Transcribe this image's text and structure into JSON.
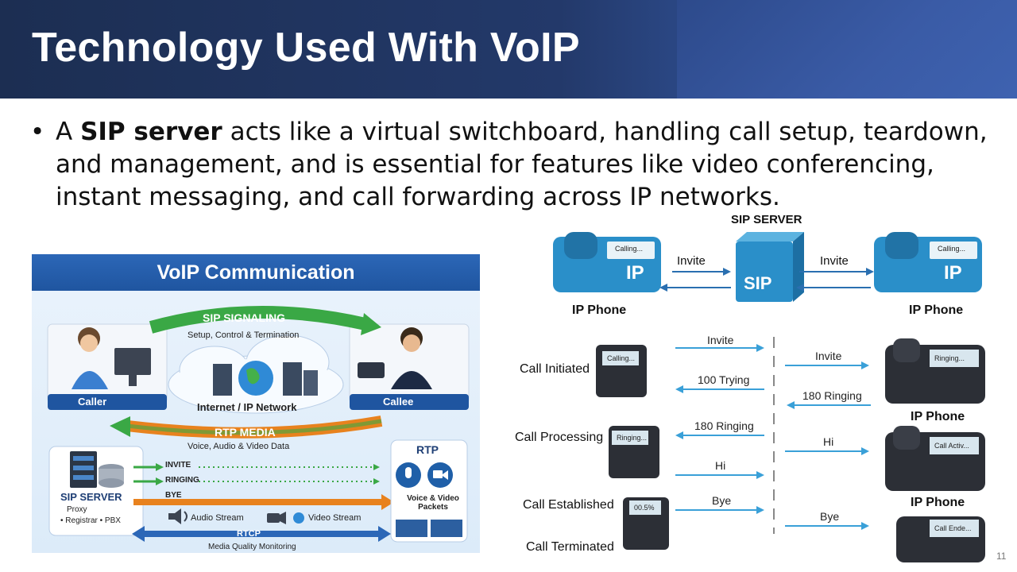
{
  "slide": {
    "title": "Technology Used With VoIP",
    "bullet_prefix": "A ",
    "bullet_bold": "SIP server",
    "bullet_rest": " acts like a virtual switchboard, handling call setup, teardown, and management, and is essential for features like video conferencing, instant messaging, and call forwarding across IP networks.",
    "page_number": "11"
  },
  "voip_image": {
    "title": "VoIP Communication",
    "sip_signaling": "SIP SIGNALING",
    "sip_signaling_sub": "Setup, Control & Termination",
    "caller": "Caller",
    "callee": "Callee",
    "network": "Internet / IP Network",
    "rtp_media": "RTP MEDIA",
    "rtp_media_sub": "Voice, Audio & Video Data",
    "sip_server": "SIP SERVER",
    "sip_server_sub1": "Proxy",
    "sip_server_sub2": "• Registrar • PBX",
    "invite": "INVITE",
    "ringing": "RINGING",
    "bye": "BYE",
    "rtp_box_title": "RTP",
    "rtp_box_sub": "Voice & Video Packets",
    "audio_stream": "Audio Stream",
    "video_stream": "Video Stream",
    "rtcp": "RTCP",
    "rtcp_sub": "Media Quality Monitoring"
  },
  "sip_diagram": {
    "server_label": "SIP SERVER",
    "sip_text": "SIP",
    "ip_text": "IP",
    "ip_phone": "IP Phone",
    "invite": "Invite",
    "calling": "Calling...",
    "ringing_screen": "Ringing...",
    "call_active": "Call Activ...",
    "call_ended": "Call Ende...",
    "timer": "00.5%",
    "stage_initiated": "Call Initiated",
    "stage_processing": "Call Processing",
    "stage_established": "Call Established",
    "stage_terminated": "Call Terminated",
    "m_invite": "Invite",
    "m_trying": "100 Trying",
    "m_ringing": "180 Ringing",
    "m_hi": "Hi",
    "m_bye": "Bye"
  },
  "colors": {
    "header_dark": "#1c2e52",
    "header_panel": "#3a5ba6",
    "sip_blue": "#2a8fc9",
    "arrow_blue": "#3aa0d8",
    "signal_green": "#3aa845",
    "media_orange": "#e8821e"
  }
}
